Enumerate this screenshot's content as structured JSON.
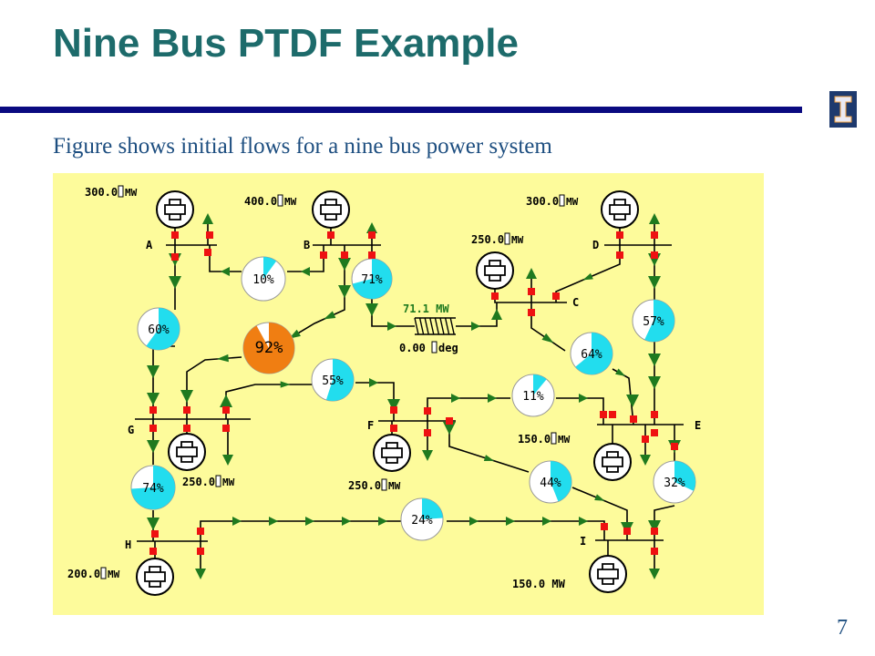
{
  "slide": {
    "title": "Nine Bus PTDF Example",
    "subtitle": "Figure shows initial flows for a nine bus power system",
    "page_number": "7",
    "colors": {
      "title": "#1d6b6b",
      "rule": "#0a0a80",
      "subtitle": "#1d4e80",
      "logo": "#1e3a6e"
    }
  },
  "diagram": {
    "background": "#fdfb9b",
    "colors": {
      "line": "#000000",
      "breaker": "#ee1111",
      "arrow": "#1f7a1f",
      "pie_fill": "#22ddee",
      "pie_overload": "#f07e12",
      "pie_empty": "#ffffff"
    },
    "buses": [
      {
        "name": "A"
      },
      {
        "name": "B"
      },
      {
        "name": "C"
      },
      {
        "name": "D"
      },
      {
        "name": "E"
      },
      {
        "name": "F"
      },
      {
        "name": "G"
      },
      {
        "name": "H"
      },
      {
        "name": "I"
      }
    ],
    "generators": [
      {
        "label": "300.0",
        "unit": "MW"
      },
      {
        "label": "400.0",
        "unit": "MW"
      },
      {
        "label": "250.0",
        "unit": "MW"
      },
      {
        "label": "300.0",
        "unit": "MW"
      },
      {
        "label": "150.0",
        "unit": "MW"
      },
      {
        "label": "250.0",
        "unit": "MW"
      },
      {
        "label": "250.0",
        "unit": "MW"
      },
      {
        "label": "200.0",
        "unit": "MW"
      },
      {
        "label": "150.0 MW",
        "unit": ""
      }
    ],
    "line_flows": [
      {
        "label": "10%",
        "percent": 10
      },
      {
        "label": "71%",
        "percent": 71
      },
      {
        "label": "60%",
        "percent": 60
      },
      {
        "label": "92%",
        "percent": 92
      },
      {
        "label": "55%",
        "percent": 55
      },
      {
        "label": "11%",
        "percent": 11
      },
      {
        "label": "57%",
        "percent": 57
      },
      {
        "label": "64%",
        "percent": 64
      },
      {
        "label": "74%",
        "percent": 74
      },
      {
        "label": "44%",
        "percent": 44
      },
      {
        "label": "32%",
        "percent": 32
      },
      {
        "label": "24%",
        "percent": 24
      }
    ],
    "phase_shifter": {
      "flow": "71.1 MW",
      "angle": "0.00",
      "angle_unit": "deg"
    }
  }
}
